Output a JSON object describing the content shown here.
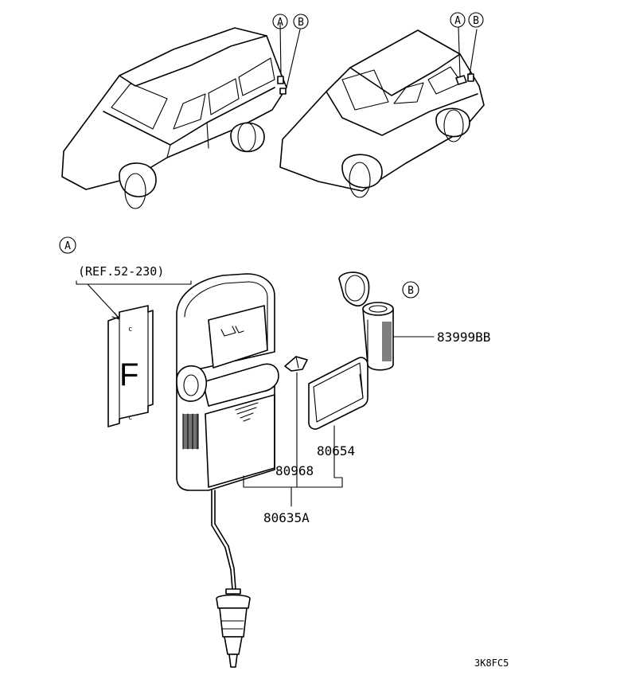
{
  "callouts": {
    "a": "A",
    "b": "B"
  },
  "reference": "(REF.52-230)",
  "panel_letter": "F",
  "parts": {
    "lighter_socket": "83999BB",
    "ashtray_lid": "80654",
    "clip": "80968",
    "ashtray_assembly": "80635A"
  },
  "drawing_code": "3K8FC5"
}
